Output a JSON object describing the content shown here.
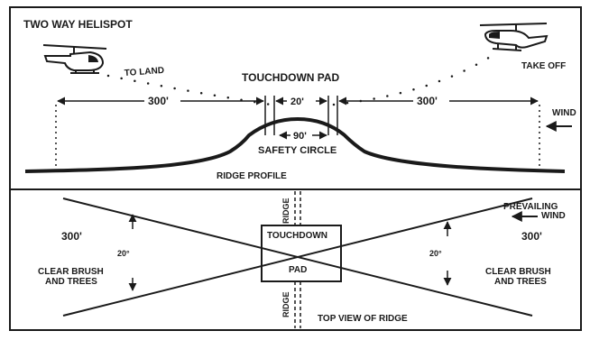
{
  "title": "TWO WAY HELISPOT",
  "ridge_profile": {
    "to_land": "TO LAND",
    "touchdown_pad": "TOUCHDOWN PAD",
    "take_off": "TAKE OFF",
    "dist_left": "300'",
    "dist_right": "300'",
    "pad_width": "20'",
    "circle_width": "90'",
    "safety_circle": "SAFETY CIRCLE",
    "wind": "WIND",
    "ridge_profile_label": "RIDGE PROFILE"
  },
  "top_view": {
    "left_dist": "300'",
    "right_dist": "300'",
    "angle_left": "20°",
    "angle_right": "20°",
    "clear_left_line1": "CLEAR BRUSH",
    "clear_left_line2": "AND TREES",
    "clear_right_line1": "CLEAR BRUSH",
    "clear_right_line2": "AND TREES",
    "touchdown": "TOUCHDOWN",
    "pad": "PAD",
    "ridge_top": "RIDGE",
    "ridge_bottom": "RIDGE",
    "prevailing_line1": "PREVAILING",
    "prevailing_line2": "WIND",
    "top_view_label": "TOP VIEW OF RIDGE"
  }
}
